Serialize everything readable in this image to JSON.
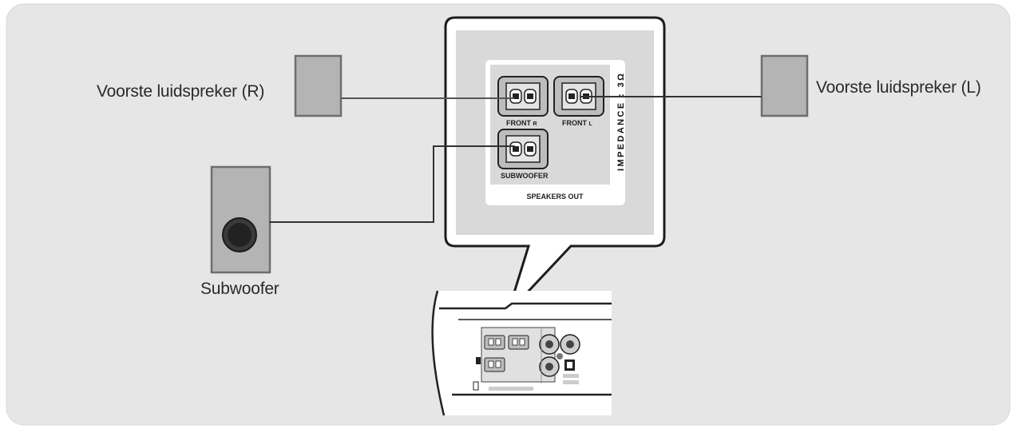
{
  "labels": {
    "front_right": "Voorste luidspreker (R)",
    "front_left": "Voorste luidspreker (L)",
    "subwoofer": "Subwoofer"
  },
  "panel": {
    "front_r": "FRONT",
    "front_r_suffix": "R",
    "front_l": "FRONT",
    "front_l_suffix": "L",
    "subwoofer": "SUBWOOFER",
    "speakers_out": "SPEAKERS OUT",
    "impedance": "IMPEDANCE : 3Ω"
  },
  "colors": {
    "background": "#e6e6e6",
    "panel": "#d6d6d6",
    "speaker_box": "#b4b4b4",
    "wire": "#333333"
  }
}
